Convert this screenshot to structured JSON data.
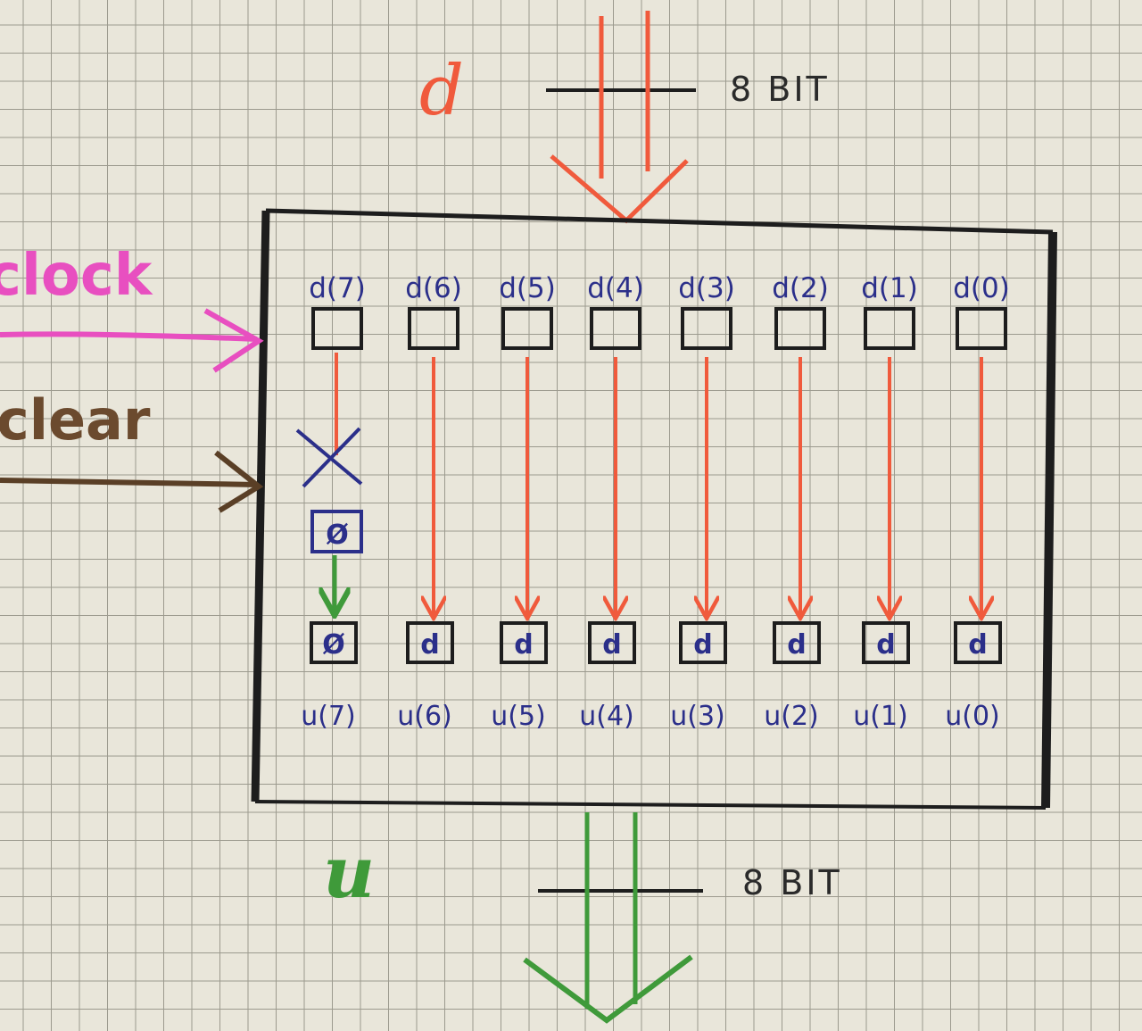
{
  "diagram": {
    "input_bus": {
      "label": "d",
      "width_label": "8 BIT",
      "color": "#f05a3c"
    },
    "output_bus": {
      "label": "u",
      "width_label": "8 BIT",
      "color": "#3f9a3a"
    },
    "clock": {
      "label": "clock",
      "color": "#e84fc0"
    },
    "clear": {
      "label": "clear",
      "color": "#6b4a2e"
    },
    "block_border_color": "#1d1d1d",
    "ink_color": "#2b2f8a",
    "inputs": [
      "d(7)",
      "d(6)",
      "d(5)",
      "d(4)",
      "d(3)",
      "d(2)",
      "d(1)",
      "d(0)"
    ],
    "outputs": [
      "u(7)",
      "u(6)",
      "u(5)",
      "u(4)",
      "u(3)",
      "u(2)",
      "u(1)",
      "u(0)"
    ],
    "output_cells": [
      "Ø",
      "d",
      "d",
      "d",
      "d",
      "d",
      "d",
      "d"
    ],
    "cleared_bit": {
      "value": "Ø",
      "mark": "X"
    }
  }
}
